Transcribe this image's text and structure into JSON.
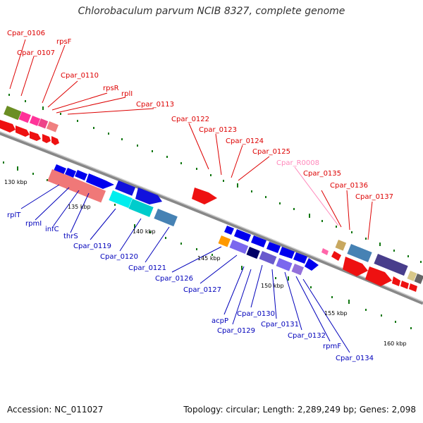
{
  "title": "Chlorobaculum parvum NCIB 8327, complete genome",
  "footer": {
    "accession": "Accession: NC_011027",
    "summary": "Topology: circular; Length: 2,289,249 bp; Genes: 2,098"
  },
  "colors": {
    "top_label": "#dd0000",
    "bottom_label": "#0000bb",
    "rna_label": "#ff88bb",
    "backbone": "#999999",
    "tick": "#117711"
  },
  "scale_labels": [
    "130 kbp",
    "135 kbp",
    "140 kbp",
    "145 kbp",
    "150 kbp",
    "155 kbp",
    "160 kbp"
  ],
  "top_gene_labels": [
    "Cpar_0106",
    "Cpar_0107",
    "rpsF",
    "Cpar_0110",
    "rpsR",
    "rplI",
    "Cpar_0113",
    "Cpar_0122",
    "Cpar_0123",
    "Cpar_0124",
    "Cpar_0125",
    "Cpar_R0008",
    "Cpar_0135",
    "Cpar_0136",
    "Cpar_0137"
  ],
  "bottom_gene_labels": [
    "rplT",
    "rpmI",
    "infC",
    "thrS",
    "Cpar_0119",
    "Cpar_0120",
    "Cpar_0121",
    "Cpar_0126",
    "Cpar_0127",
    "acpP",
    "Cpar_0129",
    "Cpar_0130",
    "Cpar_0131",
    "Cpar_0132",
    "rpmF",
    "Cpar_0134"
  ]
}
